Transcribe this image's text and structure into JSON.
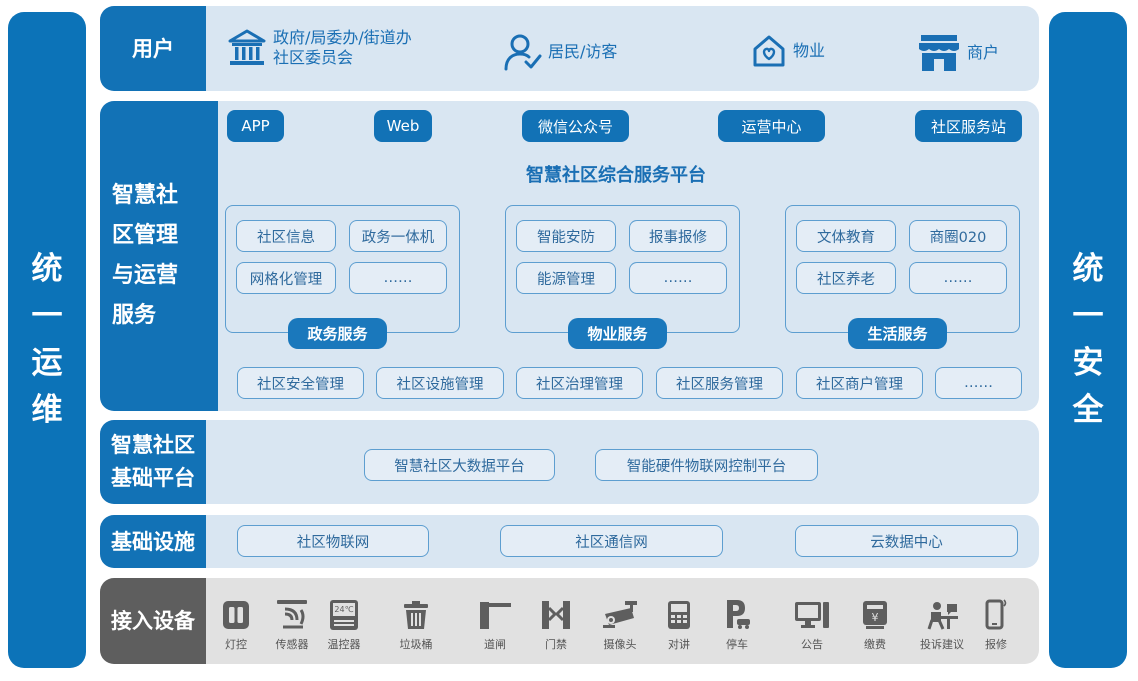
{
  "pillars": {
    "left": [
      "统",
      "一",
      "运",
      "维"
    ],
    "right": [
      "统",
      "一",
      "安",
      "全"
    ]
  },
  "rows": {
    "users": {
      "label": "用户",
      "items": [
        {
          "lines": [
            "政府/局委办/街道办",
            "社区委员会"
          ],
          "icon": "government-building-icon"
        },
        {
          "lines": [
            "居民/访客"
          ],
          "icon": "person-icon"
        },
        {
          "lines": [
            "物业"
          ],
          "icon": "house-heart-icon"
        },
        {
          "lines": [
            "商户"
          ],
          "icon": "storefront-icon"
        }
      ]
    },
    "management": {
      "label_lines": [
        "智慧社",
        "区管理",
        "与运营",
        "服务"
      ],
      "channels": [
        "APP",
        "Web",
        "微信公众号",
        "运营中心",
        "社区服务站"
      ],
      "platform_title": "智慧社区综合服务平台",
      "groups": [
        {
          "title": "政务服务",
          "cells": [
            "社区信息",
            "政务一体机",
            "网格化管理",
            "……"
          ]
        },
        {
          "title": "物业服务",
          "cells": [
            "智能安防",
            "报事报修",
            "能源管理",
            "……"
          ]
        },
        {
          "title": "生活服务",
          "cells": [
            "文体教育",
            "商圈020",
            "社区养老",
            "……"
          ]
        }
      ],
      "bottom_modules": [
        "社区安全管理",
        "社区设施管理",
        "社区治理管理",
        "社区服务管理",
        "社区商户管理",
        "……"
      ]
    },
    "base_platform": {
      "label_lines": [
        "智慧社区",
        "基础平台"
      ],
      "items": [
        "智慧社区大数据平台",
        "智能硬件物联网控制平台"
      ]
    },
    "infrastructure": {
      "label": "基础设施",
      "items": [
        "社区物联网",
        "社区通信网",
        "云数据中心"
      ]
    },
    "devices": {
      "label": "接入设备",
      "items": [
        {
          "label": "灯控",
          "icon": "light-switch-icon"
        },
        {
          "label": "传感器",
          "icon": "sensor-icon"
        },
        {
          "label": "温控器",
          "icon": "thermostat-icon",
          "display": "24℃"
        },
        {
          "label": "垃圾桶",
          "icon": "trash-can-icon"
        },
        {
          "label": "道闸",
          "icon": "barrier-gate-icon"
        },
        {
          "label": "门禁",
          "icon": "access-gate-icon"
        },
        {
          "label": "摄像头",
          "icon": "camera-icon"
        },
        {
          "label": "对讲",
          "icon": "intercom-icon"
        },
        {
          "label": "停车",
          "icon": "parking-icon"
        },
        {
          "label": "公告",
          "icon": "monitor-icon"
        },
        {
          "label": "缴费",
          "icon": "payment-icon"
        },
        {
          "label": "投诉建议",
          "icon": "complaint-desk-icon"
        },
        {
          "label": "报修",
          "icon": "phone-icon"
        }
      ]
    }
  },
  "colors": {
    "primary": "#1272b6",
    "pillar": "#0c73b8",
    "row_bg": "#d9e6f2",
    "device_label": "#5e5e5e"
  }
}
